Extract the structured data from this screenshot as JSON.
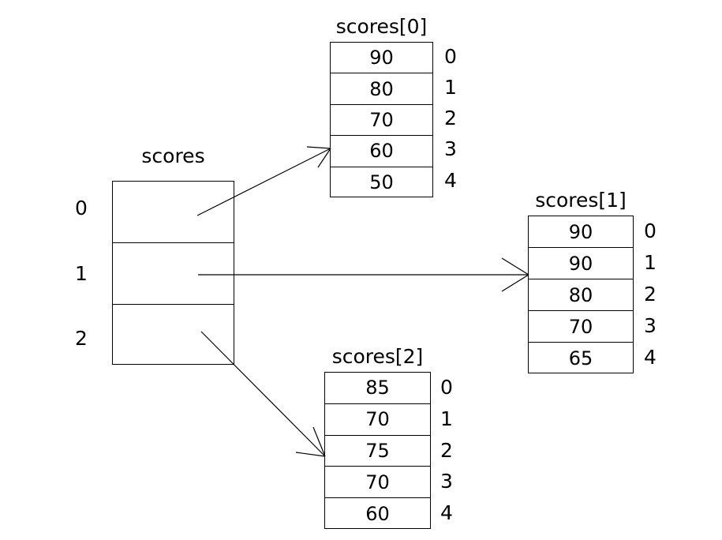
{
  "diagram": {
    "title_pointer_array": "scores",
    "pointer_array": {
      "name": "scores",
      "index_labels": [
        "0",
        "1",
        "2"
      ],
      "cells": [
        "",
        "",
        ""
      ]
    },
    "arrays": [
      {
        "title": "scores[0]",
        "values": [
          "90",
          "80",
          "70",
          "60",
          "50"
        ],
        "index_labels": [
          "0",
          "1",
          "2",
          "3",
          "4"
        ]
      },
      {
        "title": "scores[1]",
        "values": [
          "90",
          "90",
          "80",
          "70",
          "65"
        ],
        "index_labels": [
          "0",
          "1",
          "2",
          "3",
          "4"
        ]
      },
      {
        "title": "scores[2]",
        "values": [
          "85",
          "70",
          "75",
          "70",
          "60"
        ],
        "index_labels": [
          "0",
          "1",
          "2",
          "3",
          "4"
        ]
      }
    ],
    "colors": {
      "stroke": "#000000",
      "text": "#000000",
      "background": "#ffffff"
    }
  }
}
